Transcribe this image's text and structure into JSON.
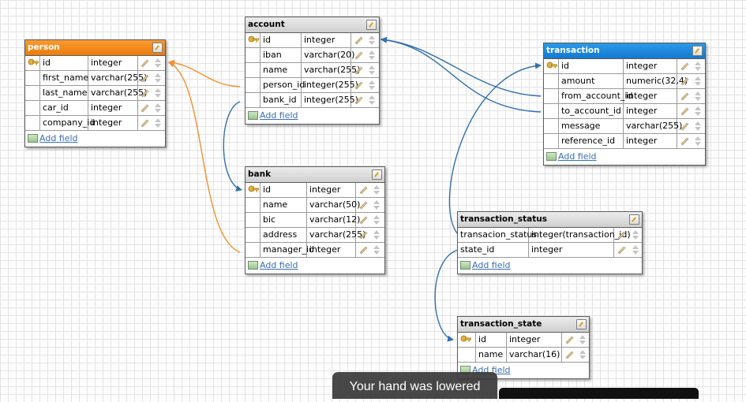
{
  "labels": {
    "add_field": "Add field"
  },
  "toast": {
    "message": "Your hand was lowered"
  },
  "colors": {
    "person_header": "#ea7d0d",
    "transaction_header": "#1479cf",
    "connector_orange": "#f0922e",
    "connector_blue": "#3470ab"
  },
  "tables": {
    "person": {
      "title": "person",
      "fields": [
        {
          "name": "id",
          "type": "integer",
          "primary_key": true
        },
        {
          "name": "first_name",
          "type": "varchar(255)"
        },
        {
          "name": "last_name",
          "type": "varchar(255)"
        },
        {
          "name": "car_id",
          "type": "integer"
        },
        {
          "name": "company_id",
          "type": "integer"
        }
      ]
    },
    "account": {
      "title": "account",
      "fields": [
        {
          "name": "id",
          "type": "integer",
          "primary_key": true
        },
        {
          "name": "iban",
          "type": "varchar(20)"
        },
        {
          "name": "name",
          "type": "varchar(255)"
        },
        {
          "name": "person_id",
          "type": "integer(255)"
        },
        {
          "name": "bank_id",
          "type": "integer(255)"
        }
      ]
    },
    "bank": {
      "title": "bank",
      "fields": [
        {
          "name": "id",
          "type": "integer",
          "primary_key": true
        },
        {
          "name": "name",
          "type": "varchar(50)"
        },
        {
          "name": "bic",
          "type": "varchar(12)"
        },
        {
          "name": "address",
          "type": "varchar(255)"
        },
        {
          "name": "manager_id",
          "type": "integer"
        }
      ]
    },
    "transaction": {
      "title": "transaction",
      "fields": [
        {
          "name": "id",
          "type": "integer",
          "primary_key": true
        },
        {
          "name": "amount",
          "type": "numeric(32,4)"
        },
        {
          "name": "from_account_id",
          "type": "integer"
        },
        {
          "name": "to_account_id",
          "type": "integer"
        },
        {
          "name": "message",
          "type": "varchar(255)"
        },
        {
          "name": "reference_id",
          "type": "integer"
        }
      ]
    },
    "transaction_status": {
      "title": "transaction_status",
      "fields": [
        {
          "name": "transacion_status",
          "type": "integer(transaction_id)"
        },
        {
          "name": "state_id",
          "type": "integer"
        }
      ]
    },
    "transaction_state": {
      "title": "transaction_state",
      "fields": [
        {
          "name": "id",
          "type": "integer",
          "primary_key": true
        },
        {
          "name": "name",
          "type": "varchar(16)"
        }
      ]
    }
  }
}
